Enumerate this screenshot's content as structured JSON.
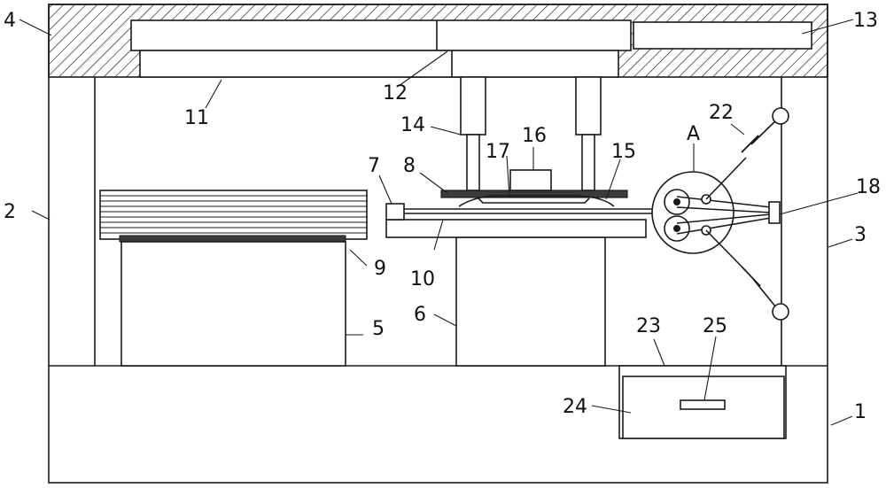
{
  "labels": {
    "n1": "1",
    "n2": "2",
    "n3": "3",
    "n4": "4",
    "n5": "5",
    "n6": "6",
    "n7": "7",
    "n8": "8",
    "n9": "9",
    "n10": "10",
    "n11": "11",
    "n12": "12",
    "n13": "13",
    "n14": "14",
    "n15": "15",
    "n16": "16",
    "n17": "17",
    "n18": "18",
    "n22": "22",
    "n23": "23",
    "n24": "24",
    "n25": "25",
    "detailA": "A"
  }
}
